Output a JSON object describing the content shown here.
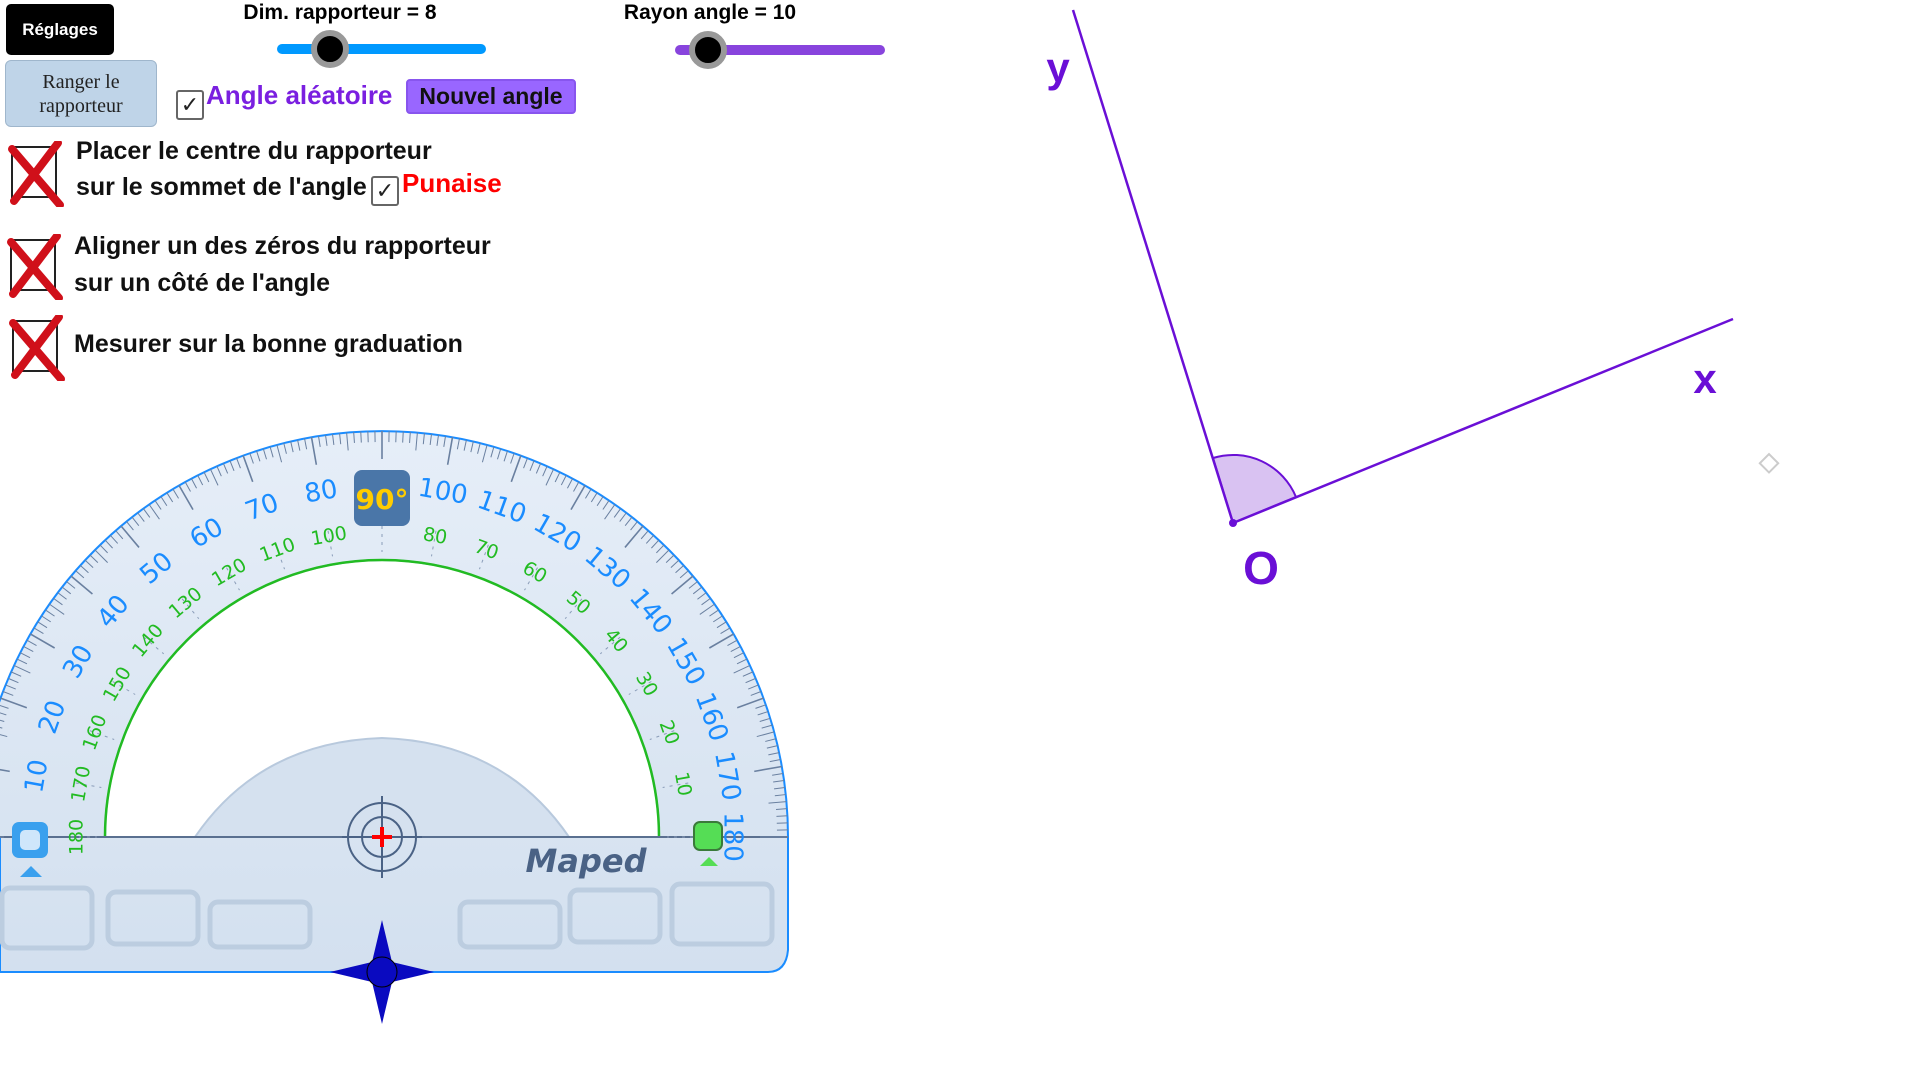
{
  "toolbar": {
    "settings_label": "Réglages",
    "store_protractor_label_line1": "Ranger le",
    "store_protractor_label_line2": "rapporteur",
    "new_angle_label": "Nouvel angle"
  },
  "sliders": [
    {
      "label": "Dim. rapporteur = 8",
      "value": 8,
      "color": "#0099ff",
      "fraction": 0.25
    },
    {
      "label": "Rayon angle = 10",
      "value": 10,
      "color": "#8844dd",
      "fraction": 0.16
    }
  ],
  "checkboxes": {
    "random_angle": {
      "label": "Angle aléatoire",
      "checked": true,
      "color": "#7a1fe0"
    },
    "pin": {
      "label": "Punaise",
      "checked": true,
      "color": "#ff0000"
    }
  },
  "tasks": [
    {
      "line1": "Placer le centre du rapporteur",
      "line2": "sur le sommet de l'angle",
      "status": "fail-icon"
    },
    {
      "line1": "Aligner un des zéros du rapporteur",
      "line2": "sur un côté de l'angle",
      "status": "fail-icon"
    },
    {
      "line1": "Mesurer sur la bonne graduation",
      "line2": "",
      "status": "fail-icon"
    }
  ],
  "protractor": {
    "brand": "Maped",
    "badge": "90°",
    "outer_scale": [
      10,
      20,
      30,
      40,
      50,
      60,
      70,
      80,
      100,
      110,
      120,
      130,
      140,
      150,
      160,
      170,
      180
    ],
    "inner_scale": [
      180,
      170,
      160,
      150,
      140,
      130,
      120,
      110,
      100,
      80,
      70,
      60,
      50,
      40,
      30,
      20,
      10
    ],
    "outer_color": "#1a8cff",
    "inner_color": "#22bb22"
  },
  "angle": {
    "vertex_label": "O",
    "side1_label": "x",
    "side2_label": "y",
    "color": "#6a0fd6",
    "fill": "#d9c2f2"
  }
}
